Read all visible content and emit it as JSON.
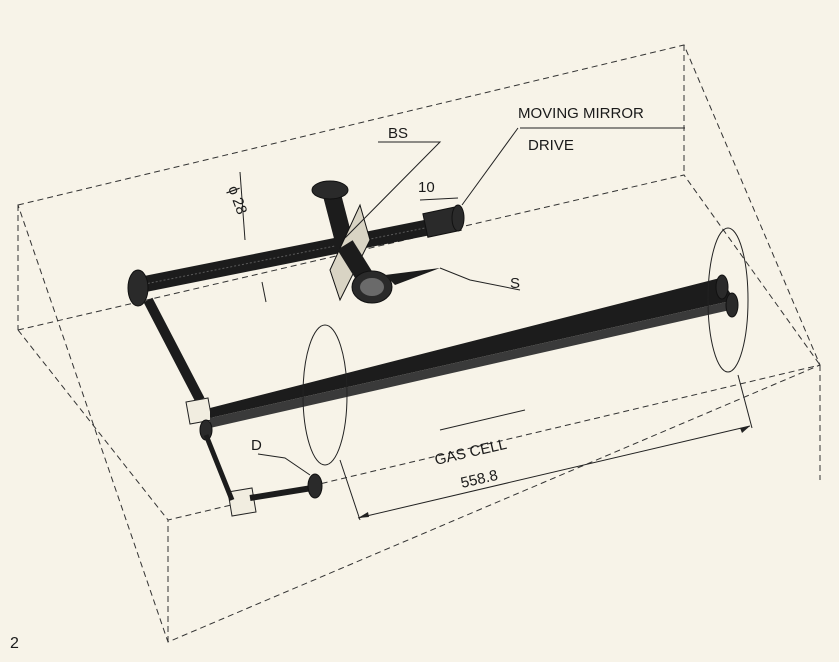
{
  "labels": {
    "bs": "BS",
    "moving_mirror": "MOVING MIRROR",
    "drive": "DRIVE",
    "ten": "10",
    "phi28": "ϕ 28",
    "s": "S",
    "d": "D",
    "gas_cell": "GAS CELL",
    "length": "558.8"
  },
  "figure_number": "2",
  "colors": {
    "background": "#f7f3e8",
    "ink": "#1c1c1c"
  }
}
